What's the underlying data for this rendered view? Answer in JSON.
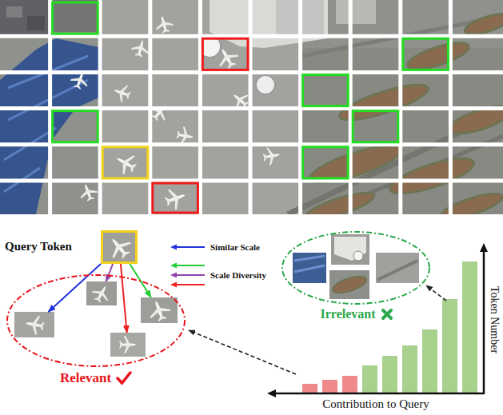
{
  "diagram": {
    "nodes": [
      {
        "text": [
          "Query Token"
        ]
      },
      {
        "text": [
          "Relevant"
        ]
      },
      {
        "text": [
          "Irrelevant"
        ]
      }
    ],
    "edges": [
      {
        "from": 0,
        "to": 1,
        "arrow": "to"
      },
      {
        "from": 0,
        "to": 1,
        "arrow": "to"
      },
      {
        "from": 0,
        "to": 1,
        "arrow": "to"
      },
      {
        "from": 0,
        "to": 1,
        "arrow": "to"
      }
    ],
    "labels": [
      "Token Number",
      "Contribution to Query"
    ],
    "legend": [
      {
        "text": "Similar Scale"
      },
      {
        "text": "Scale Diversity"
      }
    ]
  }
}
